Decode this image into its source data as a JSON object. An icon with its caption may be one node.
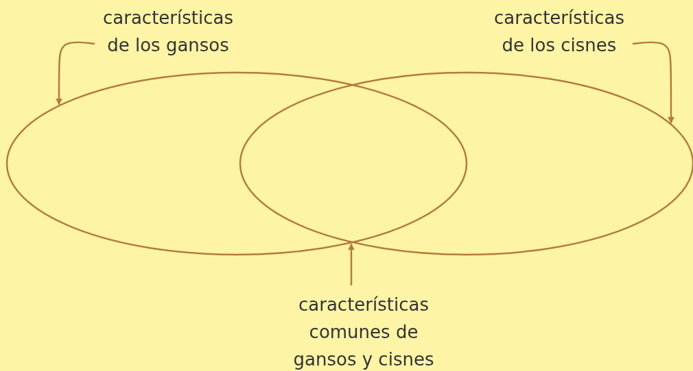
{
  "diagram": {
    "nodes": [
      {
        "text": [
          "características de los gansos"
        ]
      },
      {
        "text": [
          "características de los cisnes"
        ]
      },
      {
        "text": [
          "características comunes de gansos y cisnes"
        ]
      },
      {
        "text": [],
        "shape": "ellipse"
      },
      {
        "text": [],
        "shape": "ellipse"
      }
    ],
    "edges": [
      {
        "from": 0,
        "to": 3,
        "arrow": "to"
      },
      {
        "from": 1,
        "to": 4,
        "arrow": "to"
      },
      {
        "from": 2,
        "to": 4,
        "arrow": "to"
      }
    ]
  }
}
